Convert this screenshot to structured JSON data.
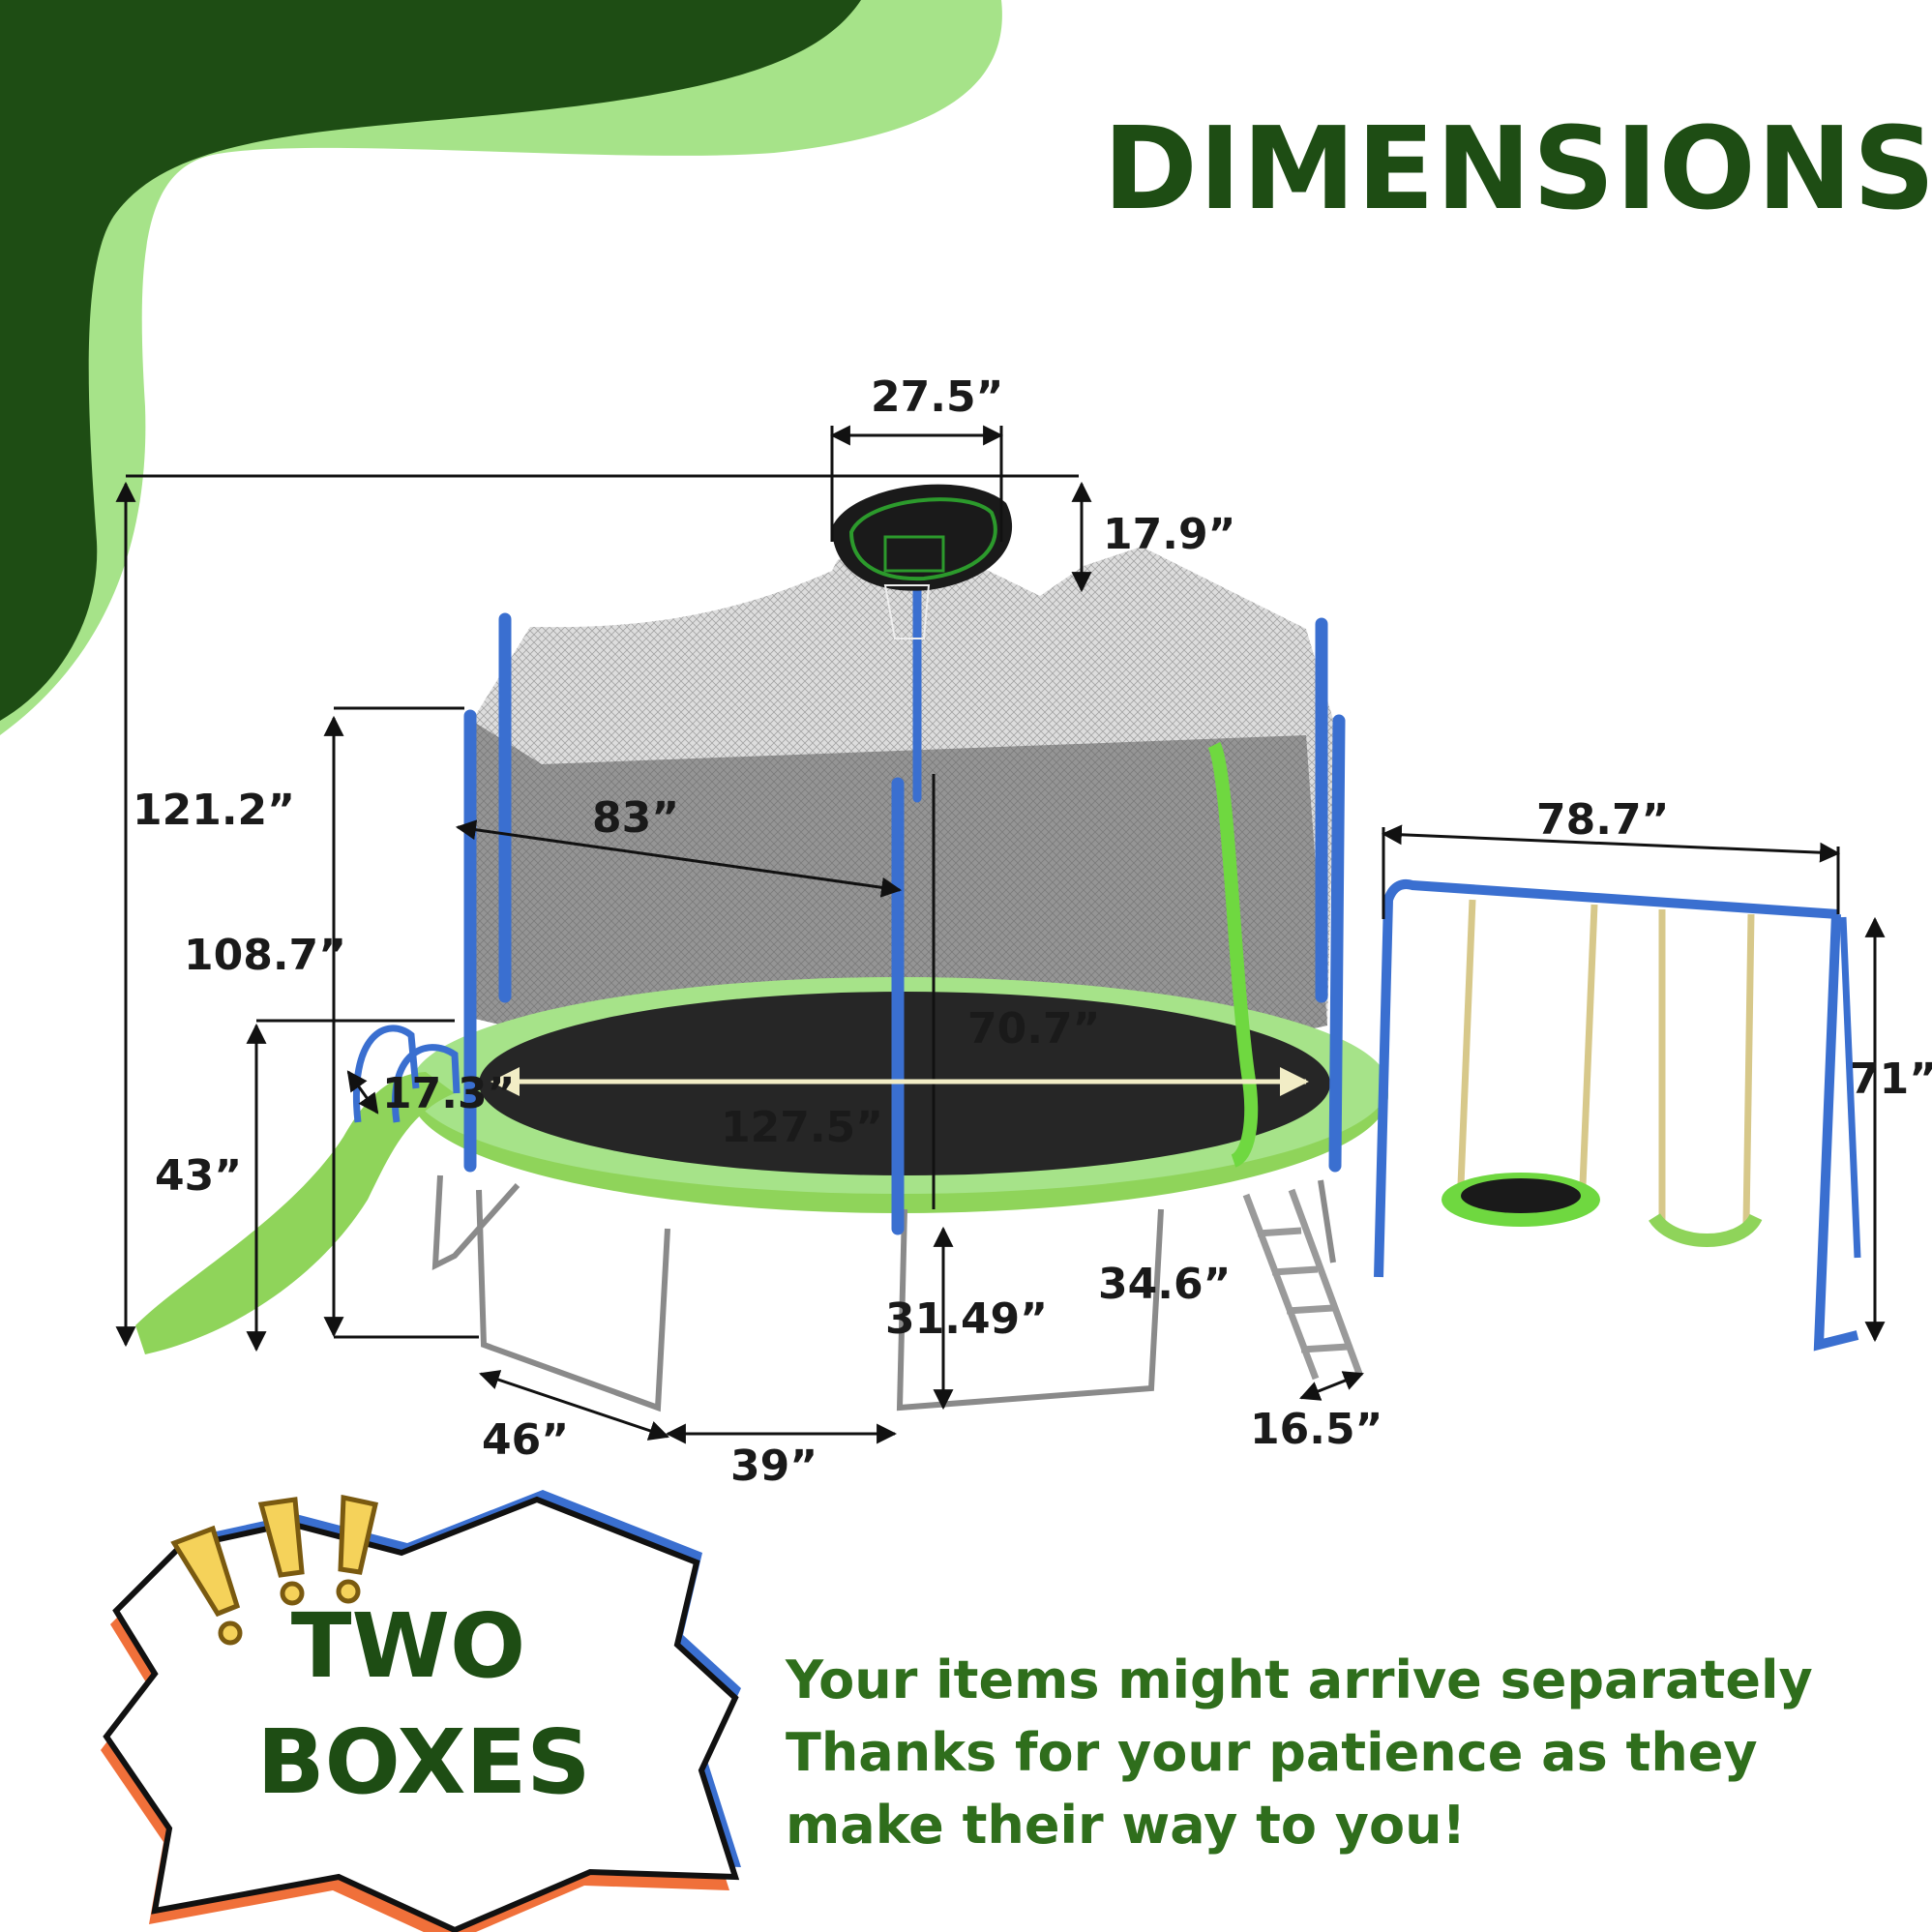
{
  "title": "DIMENSIONS",
  "dimensions": {
    "hoop_width": "27.5”",
    "hoop_height": "17.9”",
    "total_height": "121.2”",
    "net_height": "108.7”",
    "net_diagonal": "83”",
    "pole_height": "70.7”",
    "slide_height": "43”",
    "slide_step": "17.3”",
    "diameter": "127.5”",
    "leg_height": "31.49”",
    "ladder_height": "34.6”",
    "ladder_width": "16.5”",
    "leg_spread": "46”",
    "leg_gap": "39”",
    "swing_width": "78.7”",
    "swing_height": "71”"
  },
  "badge": {
    "line1": "TWO",
    "line2": "BOXES"
  },
  "message": {
    "line1": "Your items might arrive separately",
    "line2": "Thanks for your patience as they",
    "line3": "make their way to you!"
  },
  "colors": {
    "dark_green": "#1e4d14",
    "light_green": "#a6e389",
    "text_green": "#2f6e1c",
    "blue": "#3a6fd0",
    "orange": "#f0703a"
  }
}
